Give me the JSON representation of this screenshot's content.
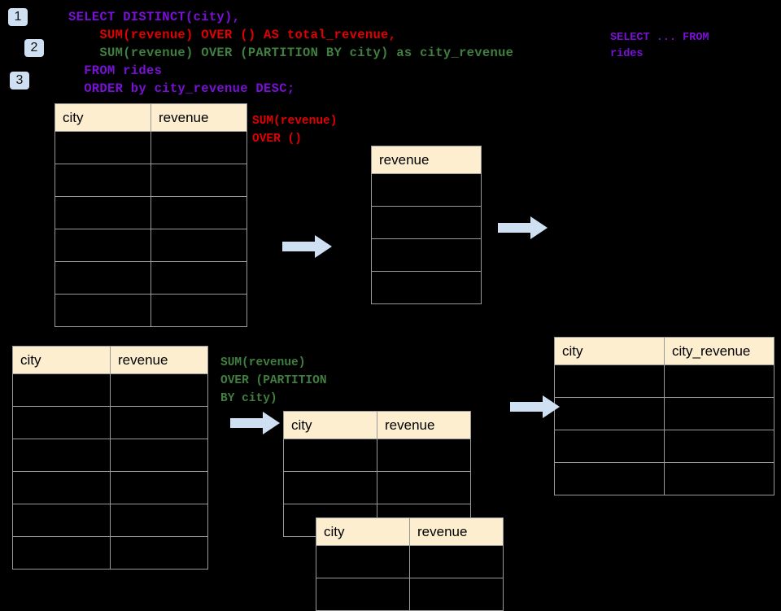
{
  "sql": {
    "lines": [
      {
        "text": "SELECT DISTINCT(city),",
        "color": "#7a10d8"
      },
      {
        "text": "    SUM(revenue) OVER () AS total_revenue,",
        "color": "#e00000"
      },
      {
        "text": "    SUM(revenue) OVER (PARTITION BY city) as city_revenue",
        "color": "#3f7f3f"
      },
      {
        "text": "  FROM rides",
        "color": "#7a10d8"
      },
      {
        "text": "  ORDER by city_revenue DESC;",
        "color": "#7a10d8"
      }
    ]
  },
  "badges": [
    {
      "label": "1"
    },
    {
      "label": "2"
    },
    {
      "label": "3"
    }
  ],
  "annotations": {
    "sum_over_empty": "SUM(revenue)\nOVER ()",
    "select_from_rides": "SELECT ... FROM\nrides",
    "sum_over_partition": "SUM(revenue)\nOVER (PARTITION\nBY city)"
  },
  "colors": {
    "background": "#000000",
    "table_header_bg": "#fdeed0",
    "table_border": "#9a9a9a",
    "badge_bg": "#cfe0f2",
    "arrow_fill": "#cfe0f2",
    "sql_purple": "#7a10d8",
    "sql_red": "#e00000",
    "sql_green": "#3f7f3f"
  },
  "tables": {
    "rides_top": {
      "headers": [
        "city",
        "revenue"
      ],
      "rows": [
        [
          "",
          ""
        ],
        [
          "",
          ""
        ],
        [
          "",
          ""
        ],
        [
          "",
          ""
        ],
        [
          "",
          ""
        ],
        [
          "",
          ""
        ]
      ]
    },
    "total_revenue": {
      "headers": [
        "revenue"
      ],
      "rows": [
        [
          ""
        ],
        [
          ""
        ],
        [
          ""
        ],
        [
          ""
        ]
      ]
    },
    "rides_bottom": {
      "headers": [
        "city",
        "revenue"
      ],
      "rows": [
        [
          "",
          ""
        ],
        [
          "",
          ""
        ],
        [
          "",
          ""
        ],
        [
          "",
          ""
        ],
        [
          "",
          ""
        ],
        [
          "",
          ""
        ]
      ]
    },
    "partition_a": {
      "headers": [
        "city",
        "revenue"
      ],
      "rows": [
        [
          "",
          ""
        ],
        [
          "",
          ""
        ],
        [
          "",
          ""
        ]
      ]
    },
    "partition_b": {
      "headers": [
        "city",
        "revenue"
      ],
      "rows": [
        [
          "",
          ""
        ],
        [
          "",
          ""
        ]
      ]
    },
    "final_result": {
      "headers": [
        "city",
        "city_revenue"
      ],
      "rows": [
        [
          "",
          ""
        ],
        [
          "",
          ""
        ],
        [
          "",
          ""
        ],
        [
          "",
          ""
        ]
      ]
    }
  },
  "arrows": [
    {
      "name": "arrow-rides-to-total"
    },
    {
      "name": "arrow-total-to-final"
    },
    {
      "name": "arrow-rides-to-partition"
    },
    {
      "name": "arrow-partition-to-final"
    }
  ]
}
